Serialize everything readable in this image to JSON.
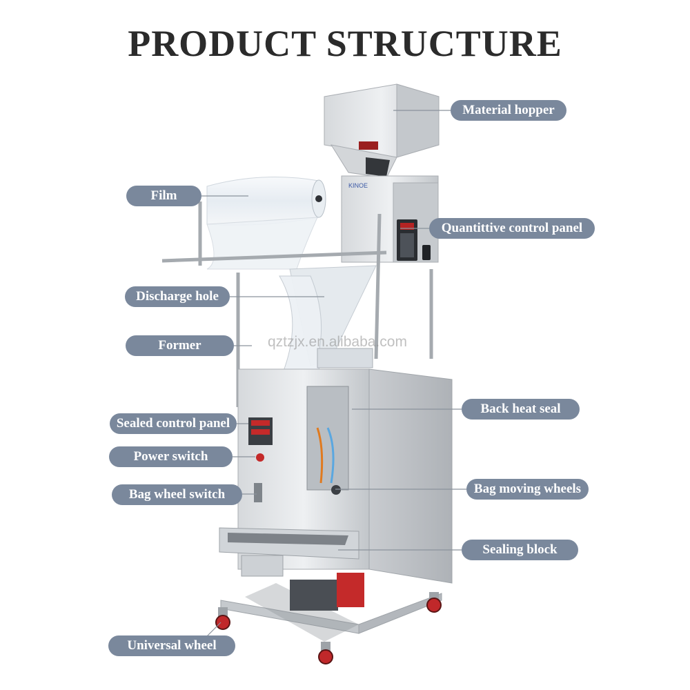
{
  "title": "PRODUCT STRUCTURE",
  "watermark": "qztzjx.en.alibaba.com",
  "labels": {
    "material_hopper": "Material hopper",
    "film": "Film",
    "quantitive_control_panel": "Quantittive control panel",
    "discharge_hole": "Discharge hole",
    "former": "Former",
    "back_heat_seal": "Back heat seal",
    "sealed_control_panel": "Sealed control panel",
    "power_switch": "Power switch",
    "bag_wheel_switch": "Bag wheel switch",
    "bag_moving_wheels": "Bag moving wheels",
    "sealing_block": "Sealing block",
    "universal_wheel": "Universal wheel"
  },
  "colors": {
    "label_bg": "#7a889c",
    "steel_light": "#e4e6e8",
    "steel_mid": "#c7cacd",
    "steel_dark": "#9ea3a8",
    "wheel_red": "#c0282a"
  }
}
